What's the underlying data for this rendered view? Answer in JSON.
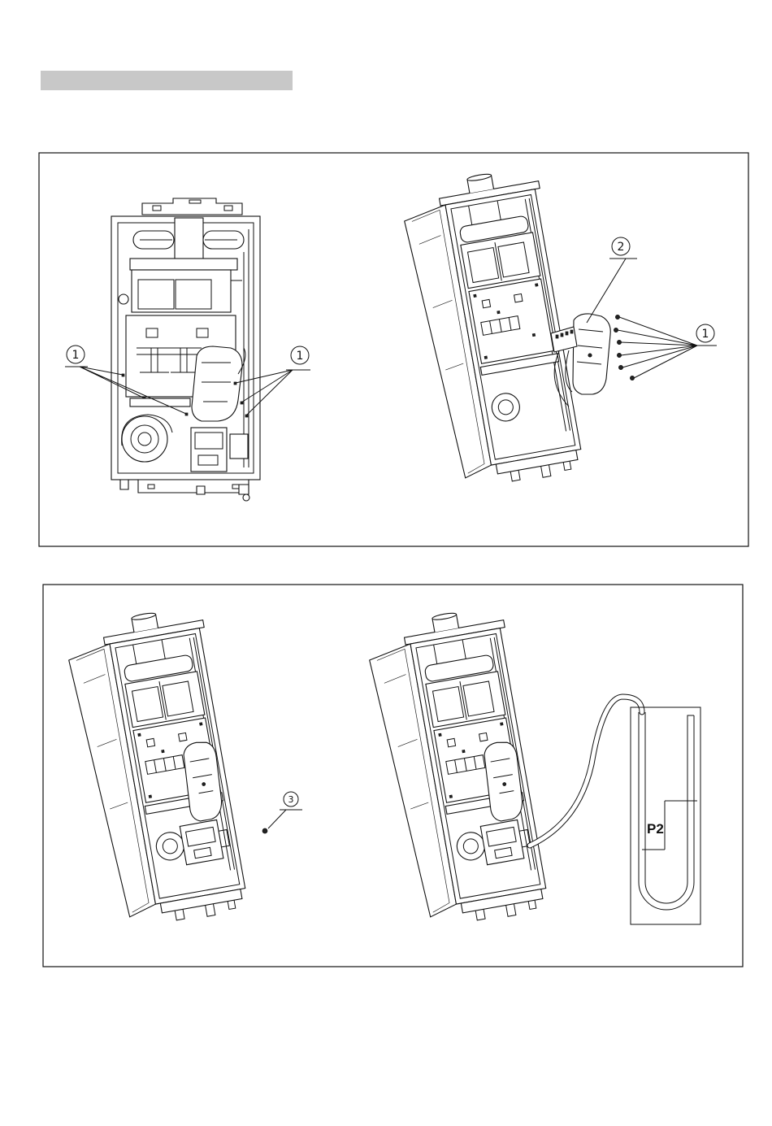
{
  "callouts": {
    "front_view_left": "1",
    "front_view_right": "1",
    "control_box": "2",
    "screws": "1",
    "pressure_screw": "3"
  },
  "manometer": {
    "label": "P2"
  }
}
